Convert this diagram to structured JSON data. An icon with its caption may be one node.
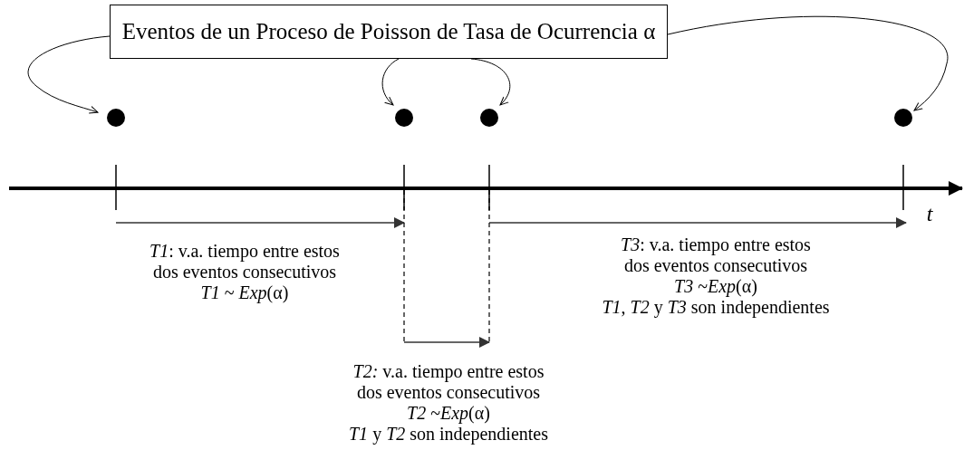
{
  "diagram": {
    "nodes": [
      {
        "text": [
          "Eventos de un Proceso de Poisson de Tasa de Ocurrencia α"
        ]
      },
      {
        "text": [],
        "shape": "circle"
      },
      {
        "text": [],
        "shape": "circle"
      },
      {
        "text": [],
        "shape": "circle"
      },
      {
        "text": [],
        "shape": "circle"
      }
    ],
    "edges": [
      {
        "from": 0,
        "to": 1,
        "arrow": "to"
      },
      {
        "from": 0,
        "to": 2,
        "arrow": "to"
      },
      {
        "from": 0,
        "to": 3,
        "arrow": "to"
      },
      {
        "from": 0,
        "to": 4,
        "arrow": "to"
      }
    ],
    "labels": [
      "t",
      "*T1*: v.a. tiempo entre estos dos eventos consecutivos",
      "*T1* ~ *Exp*(α)",
      "*T3*: v.a. tiempo entre estos dos eventos consecutivos",
      "*T3* ~*Exp*(α)",
      "*T1*, *T2* y *T3* son independientes",
      "*T2:* v.a. tiempo entre estos dos eventos consecutivos",
      "*T2* ~*Exp*(α)",
      "*T1* y *T2* son independientes"
    ]
  }
}
